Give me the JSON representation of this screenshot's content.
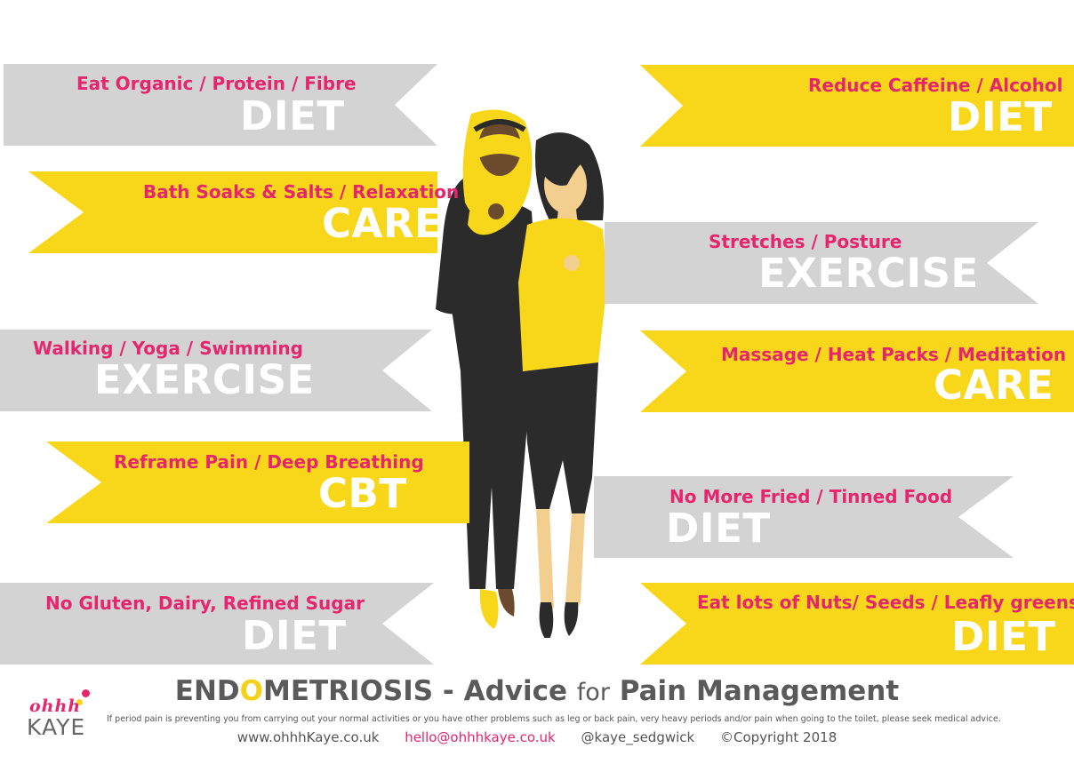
{
  "colors": {
    "yellow": "#f8d71a",
    "grey": "#d3d3d3",
    "pink": "#e5266e",
    "white": "#ffffff",
    "dark": "#555555"
  },
  "ribbons": [
    {
      "sub": "Eat Organic / Protein / Fibre",
      "main": "DIET"
    },
    {
      "sub": "Reduce Caffeine / Alcohol",
      "main": "DIET"
    },
    {
      "sub": "Bath Soaks & Salts / Relaxation",
      "main": "CARE"
    },
    {
      "sub": "Stretches / Posture",
      "main": "EXERCISE"
    },
    {
      "sub": "Walking / Yoga / Swimming",
      "main": "EXERCISE"
    },
    {
      "sub": "Massage / Heat Packs / Meditation",
      "main": "CARE"
    },
    {
      "sub": "Reframe Pain / Deep Breathing",
      "main": "CBT"
    },
    {
      "sub": "No More Fried / Tinned Food",
      "main": "DIET"
    },
    {
      "sub": "No Gluten, Dairy, Refined Sugar",
      "main": "DIET"
    },
    {
      "sub": "Eat lots of Nuts/ Seeds / Leafly greens",
      "main": "DIET"
    }
  ],
  "title": {
    "part1": "END",
    "o": "O",
    "part2": "METRIOSIS",
    "dash": " - ",
    "advice": "Advice",
    "for": "for",
    "pain": "Pain Management"
  },
  "disclaimer": "If period pain is preventing you from carrying out your normal activities or you have other problems such as leg or back pain, very heavy periods and/or pain when going to the toilet, please seek medical advice.",
  "links": {
    "website": "www.ohhhKaye.co.uk",
    "email": "hello@ohhhkaye.co.uk",
    "social": "@kaye_sedgwick",
    "copyright": "©Copyright 2018"
  },
  "logo": {
    "script": "ohhh",
    "name": "KAYE"
  }
}
